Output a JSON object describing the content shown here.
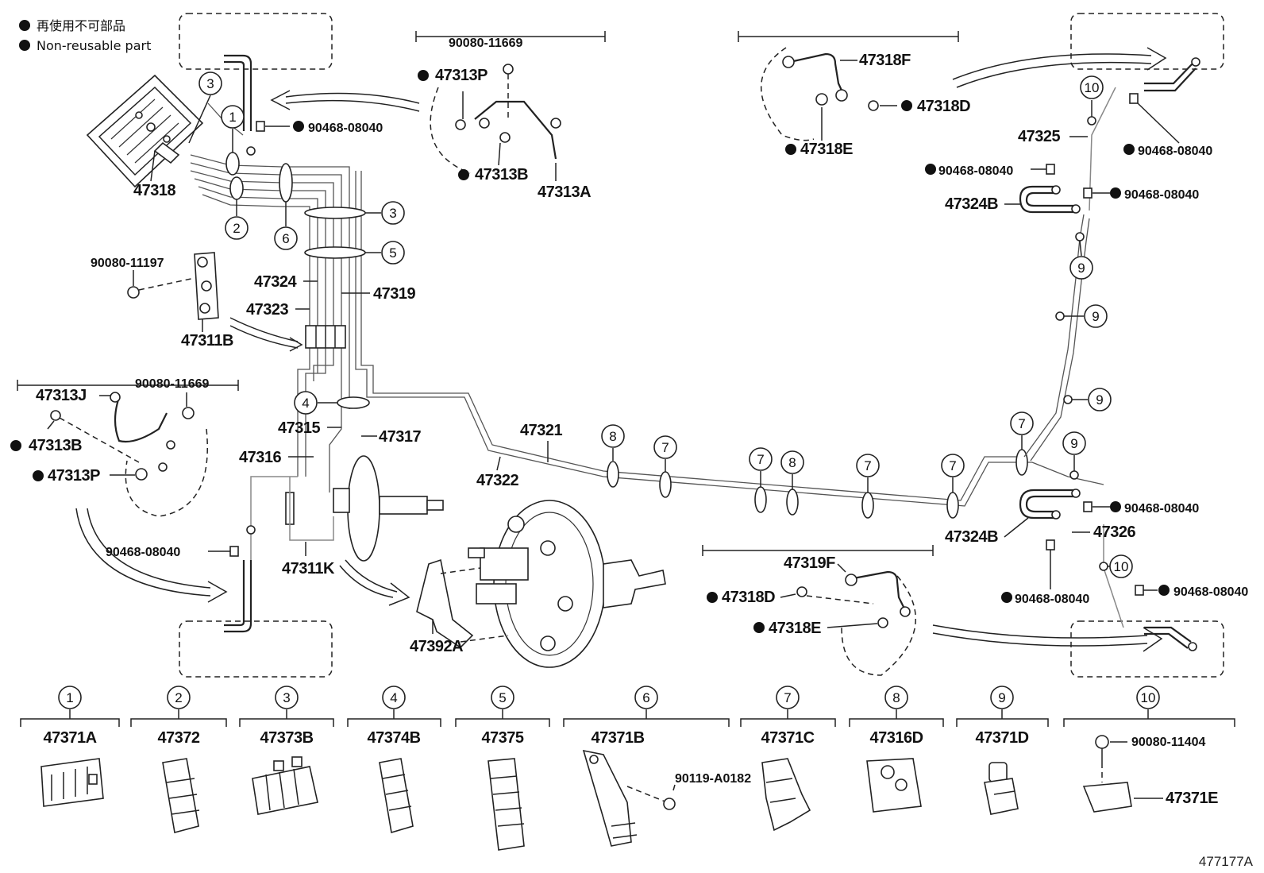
{
  "legend": {
    "line1": "再使用不可部品",
    "line2": "Non-reusable part"
  },
  "figure_id": "477177A",
  "numbers": [
    "1",
    "2",
    "3",
    "4",
    "5",
    "6",
    "7",
    "8",
    "9",
    "10"
  ],
  "parts": {
    "p47318": "47318",
    "p47324": "47324",
    "p47323": "47323",
    "p47319": "47319",
    "p47311B": "47311B",
    "p9008011197": "90080-11197",
    "p47313J": "47313J",
    "p9008011669a": "90080-11669",
    "p47313Ba": "47313B",
    "p47313Pa": "47313P",
    "p47315": "47315",
    "p47317": "47317",
    "p47316": "47316",
    "p9046808040a": "90468-08040",
    "p47311K": "47311K",
    "p47392A": "47392A",
    "p47321": "47321",
    "p47322": "47322",
    "p9008011669b": "90080-11669",
    "p47313Pb": "47313P",
    "p47313Bb": "47313B",
    "p47313A": "47313A",
    "p9046808040b": "90468-08040",
    "p47318F": "47318F",
    "p47318D": "47318D",
    "p47318E": "47318E",
    "p47325": "47325",
    "p9046808040c": "90468-08040",
    "p9046808040d": "90468-08040",
    "p47324Ba": "47324B",
    "p9046808040e": "90468-08040",
    "p47324Bb": "47324B",
    "p9046808040f": "90468-08040",
    "p47326": "47326",
    "p9046808040g": "90468-08040",
    "p9046808040h": "90468-08040",
    "p47319F": "47319F",
    "p47318Db": "47318D",
    "p47318Eb": "47318E"
  },
  "clamps": [
    {
      "num": "1",
      "part": "47371A"
    },
    {
      "num": "2",
      "part": "47372"
    },
    {
      "num": "3",
      "part": "47373B"
    },
    {
      "num": "4",
      "part": "47374B"
    },
    {
      "num": "5",
      "part": "47375"
    },
    {
      "num": "6",
      "part": "47371B",
      "extra": "90119-A0182"
    },
    {
      "num": "7",
      "part": "47371C"
    },
    {
      "num": "8",
      "part": "47316D"
    },
    {
      "num": "9",
      "part": "47371D"
    },
    {
      "num": "10",
      "part": "47371E",
      "extra": "90080-11404"
    }
  ]
}
